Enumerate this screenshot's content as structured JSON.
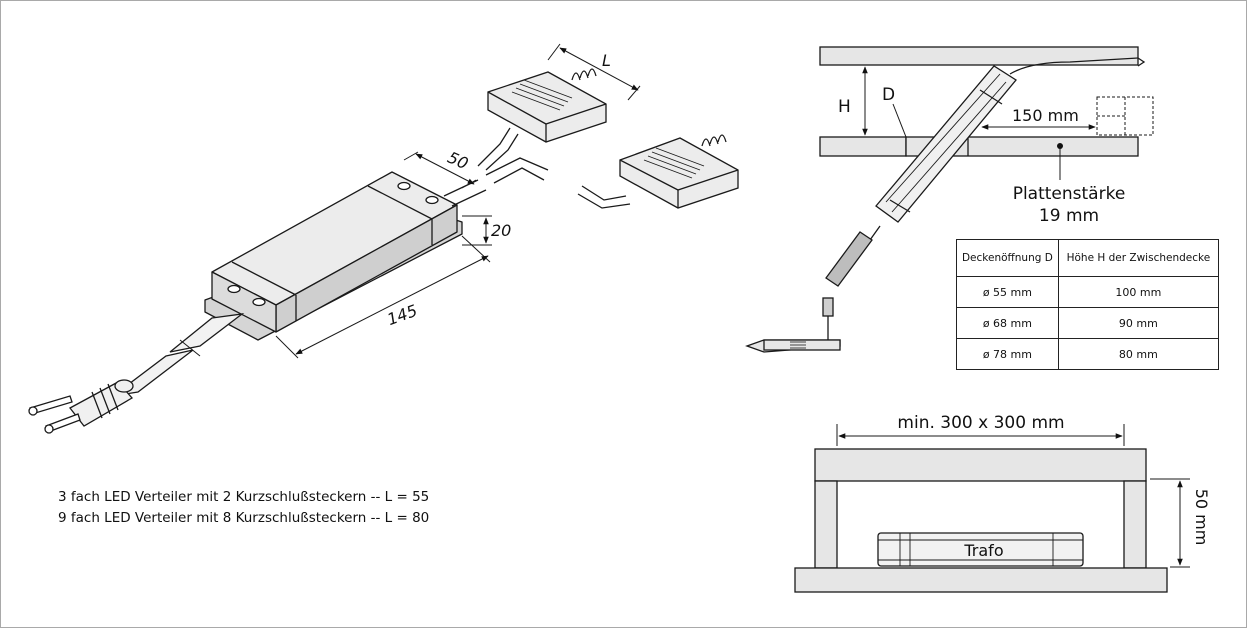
{
  "left_drawing": {
    "dim_length": "145",
    "dim_height": "20",
    "dim_width": "50",
    "dim_distributor": "L"
  },
  "captions": [
    "3 fach LED Verteiler mit 2 Kurzschlußsteckern -- L = 55",
    "9 fach LED Verteiler mit 8 Kurzschlußsteckern -- L = 80"
  ],
  "ceiling_drawing": {
    "label_h": "H",
    "label_d": "D",
    "distance": "150 mm",
    "plate_thickness_line1": "Plattenstärke",
    "plate_thickness_line2": "19 mm"
  },
  "table": {
    "headers": [
      "Deckenöffnung D",
      "Höhe H der Zwischendecke"
    ],
    "rows": [
      [
        "ø 55 mm",
        "100 mm"
      ],
      [
        "ø 68 mm",
        "90 mm"
      ],
      [
        "ø 78 mm",
        "80 mm"
      ]
    ]
  },
  "box_drawing": {
    "min_size": "min. 300 x 300 mm",
    "height": "50 mm",
    "trafo_label": "Trafo"
  },
  "colors": {
    "fill_light": "#e6e6e6",
    "fill_mid": "#cfcfcf",
    "line": "#1a1a1a"
  }
}
